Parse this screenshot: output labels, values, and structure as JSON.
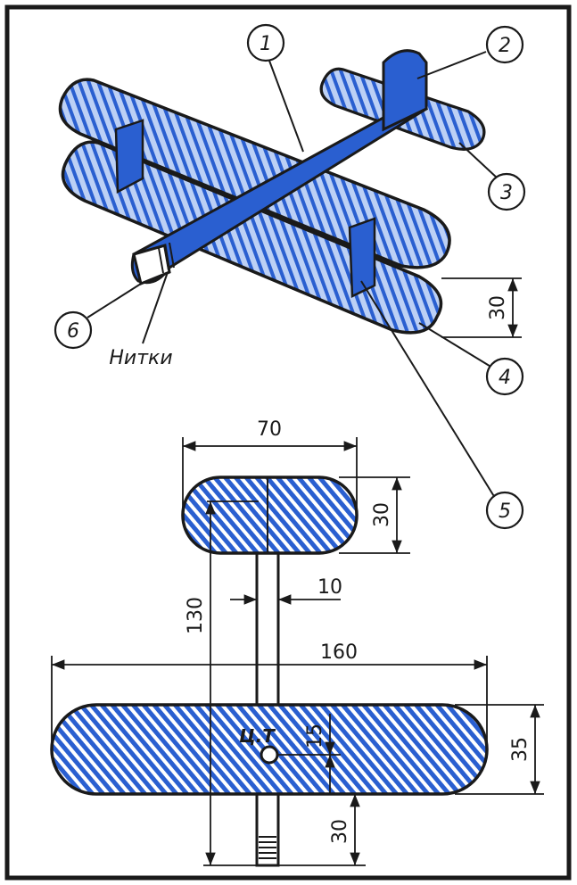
{
  "colors": {
    "ink": "#1a1a1a",
    "blue": "#2a5fd0",
    "light_blue": "#9fbcf0",
    "paper": "#ffffff"
  },
  "iso_view": {
    "callouts": [
      "1",
      "2",
      "3",
      "4",
      "5",
      "6"
    ],
    "threads_label": "Нитки",
    "wing_gap_dim": "30"
  },
  "plan_view": {
    "tail_span": "70",
    "tail_chord": "30",
    "fuselage_width": "10",
    "tail_arm": "130",
    "wing_span": "160",
    "wing_chord": "35",
    "cg_offset": "15",
    "nose_length": "30",
    "cg_label": "Ц.Т"
  }
}
